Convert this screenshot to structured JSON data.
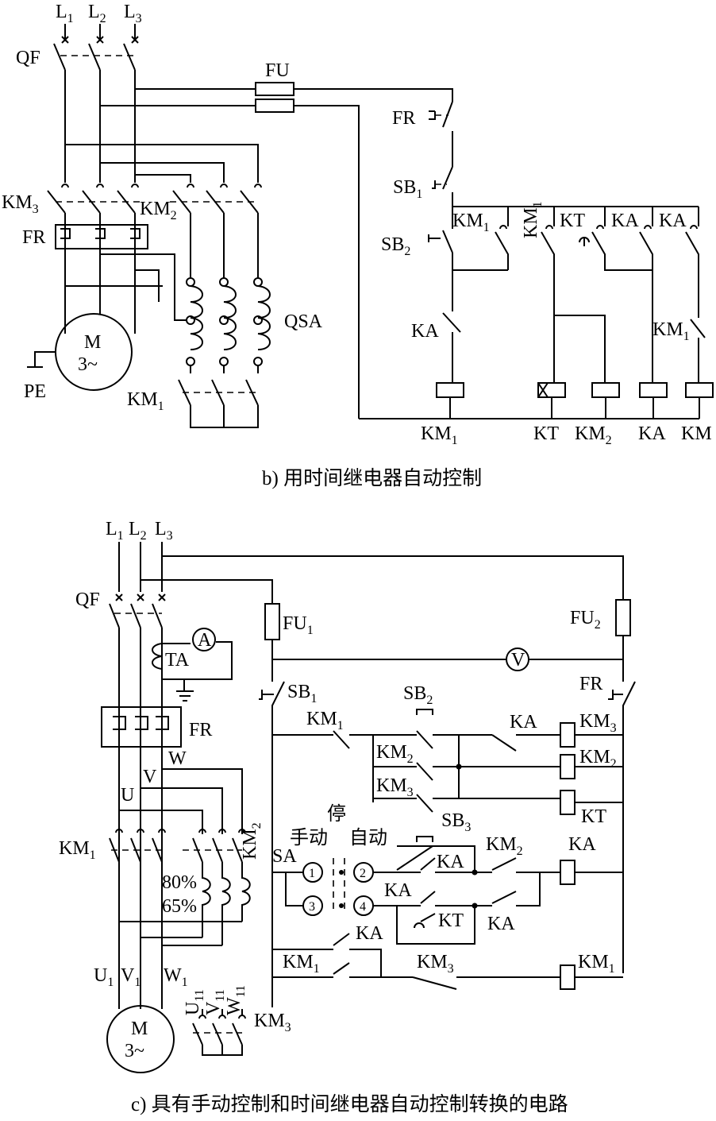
{
  "diagram_b": {
    "caption": "b) 用时间继电器自动控制",
    "phase_labels": [
      "L",
      "L",
      "L"
    ],
    "phase_subs": [
      "1",
      "2",
      "3"
    ],
    "breaker": "QF",
    "fuse": "FU",
    "overload_ctrl": "FR",
    "overload_main": "FR",
    "stop_button": "SB",
    "stop_button_sub": "1",
    "start_button": "SB",
    "start_button_sub": "2",
    "contactor_km3": "KM",
    "contactor_km3_sub": "3",
    "contactor_km2": "KM",
    "contactor_km2_sub": "2",
    "contactor_km1_main": "KM",
    "contactor_km1_main_sub": "1",
    "autotransformer": "QSA",
    "motor_m": "M",
    "motor_phase": "3~",
    "ground": "PE",
    "contact_labels": {
      "km1_hold": "KM",
      "km1_hold_sub": "1",
      "km1_vert": "KM",
      "km1_vert_sub": "1",
      "kt": "KT",
      "ka1": "KA",
      "ka2": "KA",
      "ka_start": "KA",
      "km1_nc": "KM",
      "km1_nc_sub": "1"
    },
    "coils": [
      {
        "label": "KM",
        "sub": "1"
      },
      {
        "label": "KT",
        "sub": ""
      },
      {
        "label": "KM",
        "sub": "2"
      },
      {
        "label": "KA",
        "sub": ""
      },
      {
        "label": "KM",
        "sub": ""
      }
    ]
  },
  "diagram_c": {
    "caption": "c) 具有手动控制和时间继电器自动控制转换的电路",
    "phase_labels": [
      "L",
      "L",
      "L"
    ],
    "phase_subs": [
      "1",
      "2",
      "3"
    ],
    "breaker": "QF",
    "fuse1": "FU",
    "fuse1_sub": "1",
    "fuse2": "FU",
    "fuse2_sub": "2",
    "ammeter": "A",
    "voltmeter": "V",
    "current_transformer": "TA",
    "overload_main": "FR",
    "overload_ctrl": "FR",
    "terminals": {
      "u": "U",
      "v": "V",
      "w": "W"
    },
    "motor_terminals": [
      "U",
      "V",
      "W"
    ],
    "motor_terminal_subs": [
      "1",
      "1",
      "1"
    ],
    "neutral_terminals": [
      "U",
      "V",
      "W"
    ],
    "neutral_subs": [
      "11",
      "11",
      "11"
    ],
    "taps": [
      "80%",
      "65%"
    ],
    "km1_main": "KM",
    "km1_main_sub": "1",
    "km2_main": "KM",
    "km2_main_sub": "2",
    "km3_main": "KM",
    "km3_main_sub": "3",
    "motor_m": "M",
    "motor_phase": "3~",
    "selector": "SA",
    "selector_modes": {
      "stop": "停",
      "manual": "手动",
      "auto": "自动"
    },
    "selector_positions": [
      "1",
      "2",
      "3",
      "4"
    ],
    "buttons": [
      {
        "label": "SB",
        "sub": "1"
      },
      {
        "label": "SB",
        "sub": "2"
      },
      {
        "label": "SB",
        "sub": "3"
      }
    ],
    "contacts": {
      "km1_top": "KM",
      "km1_top_sub": "1",
      "km2_par": "KM",
      "km2_par_sub": "2",
      "km3_par": "KM",
      "km3_par_sub": "3",
      "ka_top": "KA",
      "ka_r1": "KA",
      "km2_r1": "KM",
      "km2_r1_sub": "2",
      "ka_r2": "KA",
      "kt_r2": "KT",
      "ka_r2b": "KA",
      "km1_bot": "KM",
      "km1_bot_sub": "1",
      "ka_bot": "KA",
      "km3_bot": "KM",
      "km3_bot_sub": "3"
    },
    "coils": [
      {
        "label": "KM",
        "sub": "3"
      },
      {
        "label": "KM",
        "sub": "2"
      },
      {
        "label": "KT",
        "sub": ""
      },
      {
        "label": "KA",
        "sub": ""
      },
      {
        "label": "KM",
        "sub": "1"
      }
    ]
  }
}
